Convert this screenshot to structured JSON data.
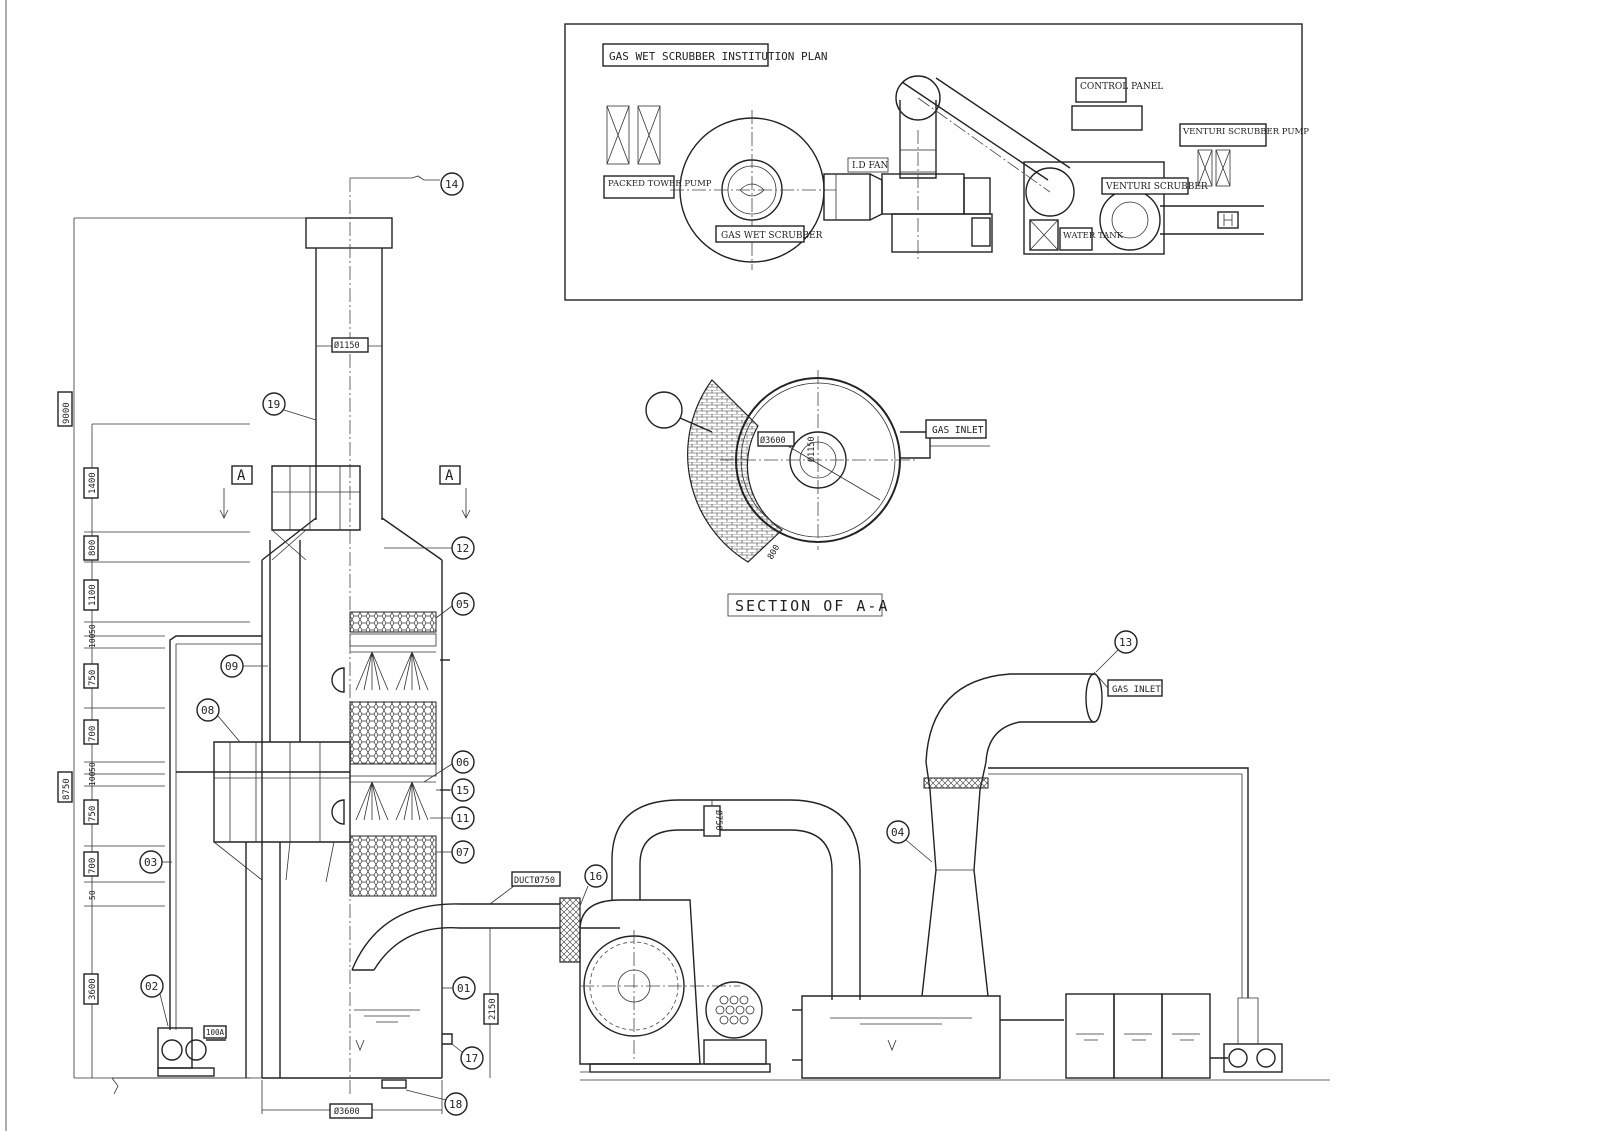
{
  "plan": {
    "title": "GAS WET SCRUBBER INSTITUTION PLAN",
    "packed_tower_pump": "PACKED TOWER PUMP",
    "gas_wet_scrubber": "GAS WET SCRUBBER",
    "id_fan": "I.D FAN",
    "control_panel": "CONTROL PANEL",
    "venturi_scrubber_pump": "VENTURI SCRUBBER PUMP",
    "venturi_scrubber": "VENTURI SCRUBBER",
    "water_tank": "WATER TANK"
  },
  "section": {
    "title": "SECTION OF A-A",
    "gas_inlet": "GAS INLET",
    "dia_outer": "Ø3600",
    "dia_inner": "Ø1150",
    "dim_800": "800"
  },
  "elevation": {
    "gas_inlet": "GAS INLET",
    "duct_label": "DUCTØ750",
    "dia_stack": "Ø1150",
    "dia_base": "Ø3600",
    "dia_duct": "Ø750",
    "dim_2150": "2150",
    "valve_label": "100A",
    "section_marker": "A"
  },
  "dims": {
    "left_outer": [
      "9000",
      "8750"
    ],
    "left_inner": [
      "1400",
      "800",
      "1100",
      "50",
      "100",
      "750",
      "700",
      "50",
      "100",
      "750",
      "700",
      "50",
      "3600"
    ]
  },
  "callouts": [
    "01",
    "02",
    "03",
    "04",
    "05",
    "06",
    "07",
    "08",
    "09",
    "11",
    "12",
    "13",
    "14",
    "15",
    "16",
    "17",
    "18",
    "19"
  ]
}
